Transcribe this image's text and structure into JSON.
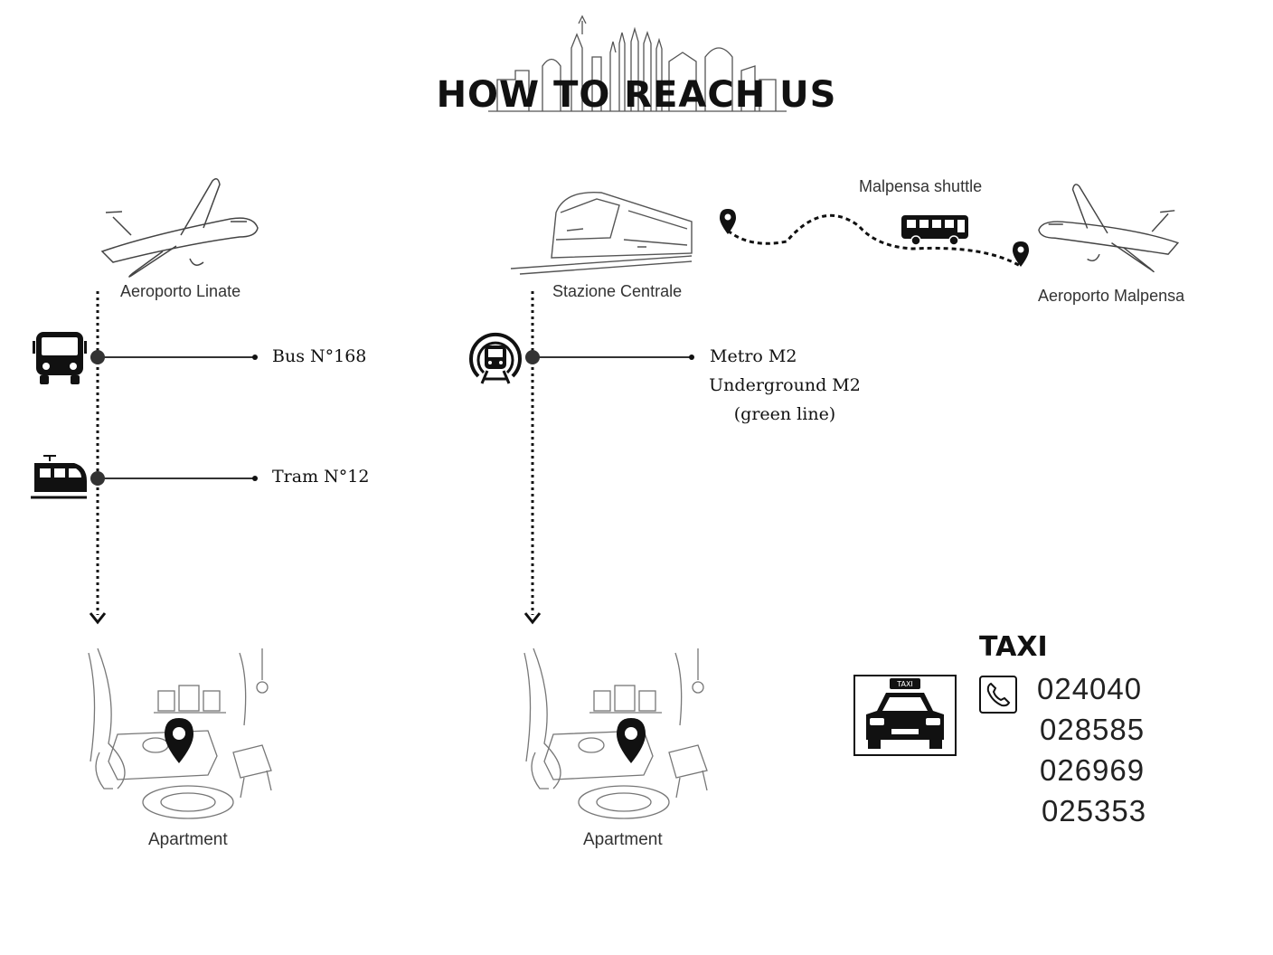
{
  "header": {
    "title": "HOW TO REACH US"
  },
  "routes": {
    "linate": {
      "origin": "Aeroporto Linate",
      "steps": [
        {
          "label": "Bus N°168",
          "icon": "bus-icon"
        },
        {
          "label": "Tram N°12",
          "icon": "tram-icon"
        }
      ],
      "destination": "Apartment"
    },
    "centrale": {
      "origin": "Stazione Centrale",
      "steps": [
        {
          "label": "Metro M2",
          "label2": "Underground M2",
          "label3": "(green line)",
          "icon": "metro-icon"
        }
      ],
      "destination": "Apartment"
    },
    "malpensa": {
      "origin": "Aeroporto Malpensa",
      "shuttle": "Malpensa shuttle"
    }
  },
  "taxi": {
    "title": "TAXI",
    "numbers": [
      "024040",
      "028585",
      "026969",
      "025353"
    ]
  }
}
